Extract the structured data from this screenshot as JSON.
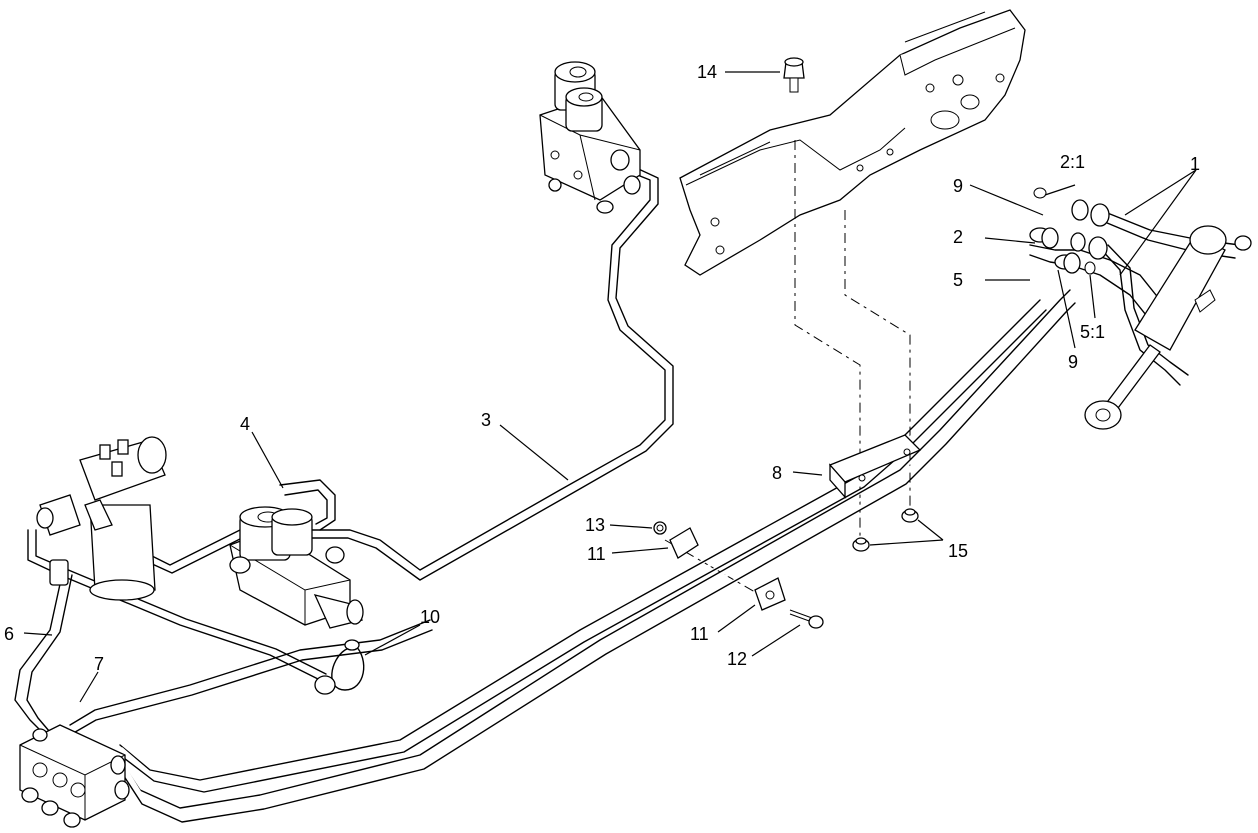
{
  "callouts": {
    "c1": "1",
    "c2": "2",
    "c2_1": "2:1",
    "c3": "3",
    "c4": "4",
    "c5": "5",
    "c5_1": "5:1",
    "c6": "6",
    "c7": "7",
    "c8": "8",
    "c9a": "9",
    "c9b": "9",
    "c10": "10",
    "c11a": "11",
    "c11b": "11",
    "c12": "12",
    "c13": "13",
    "c14": "14",
    "c15": "15"
  },
  "colors": {
    "line": "#000000",
    "background": "#ffffff"
  }
}
